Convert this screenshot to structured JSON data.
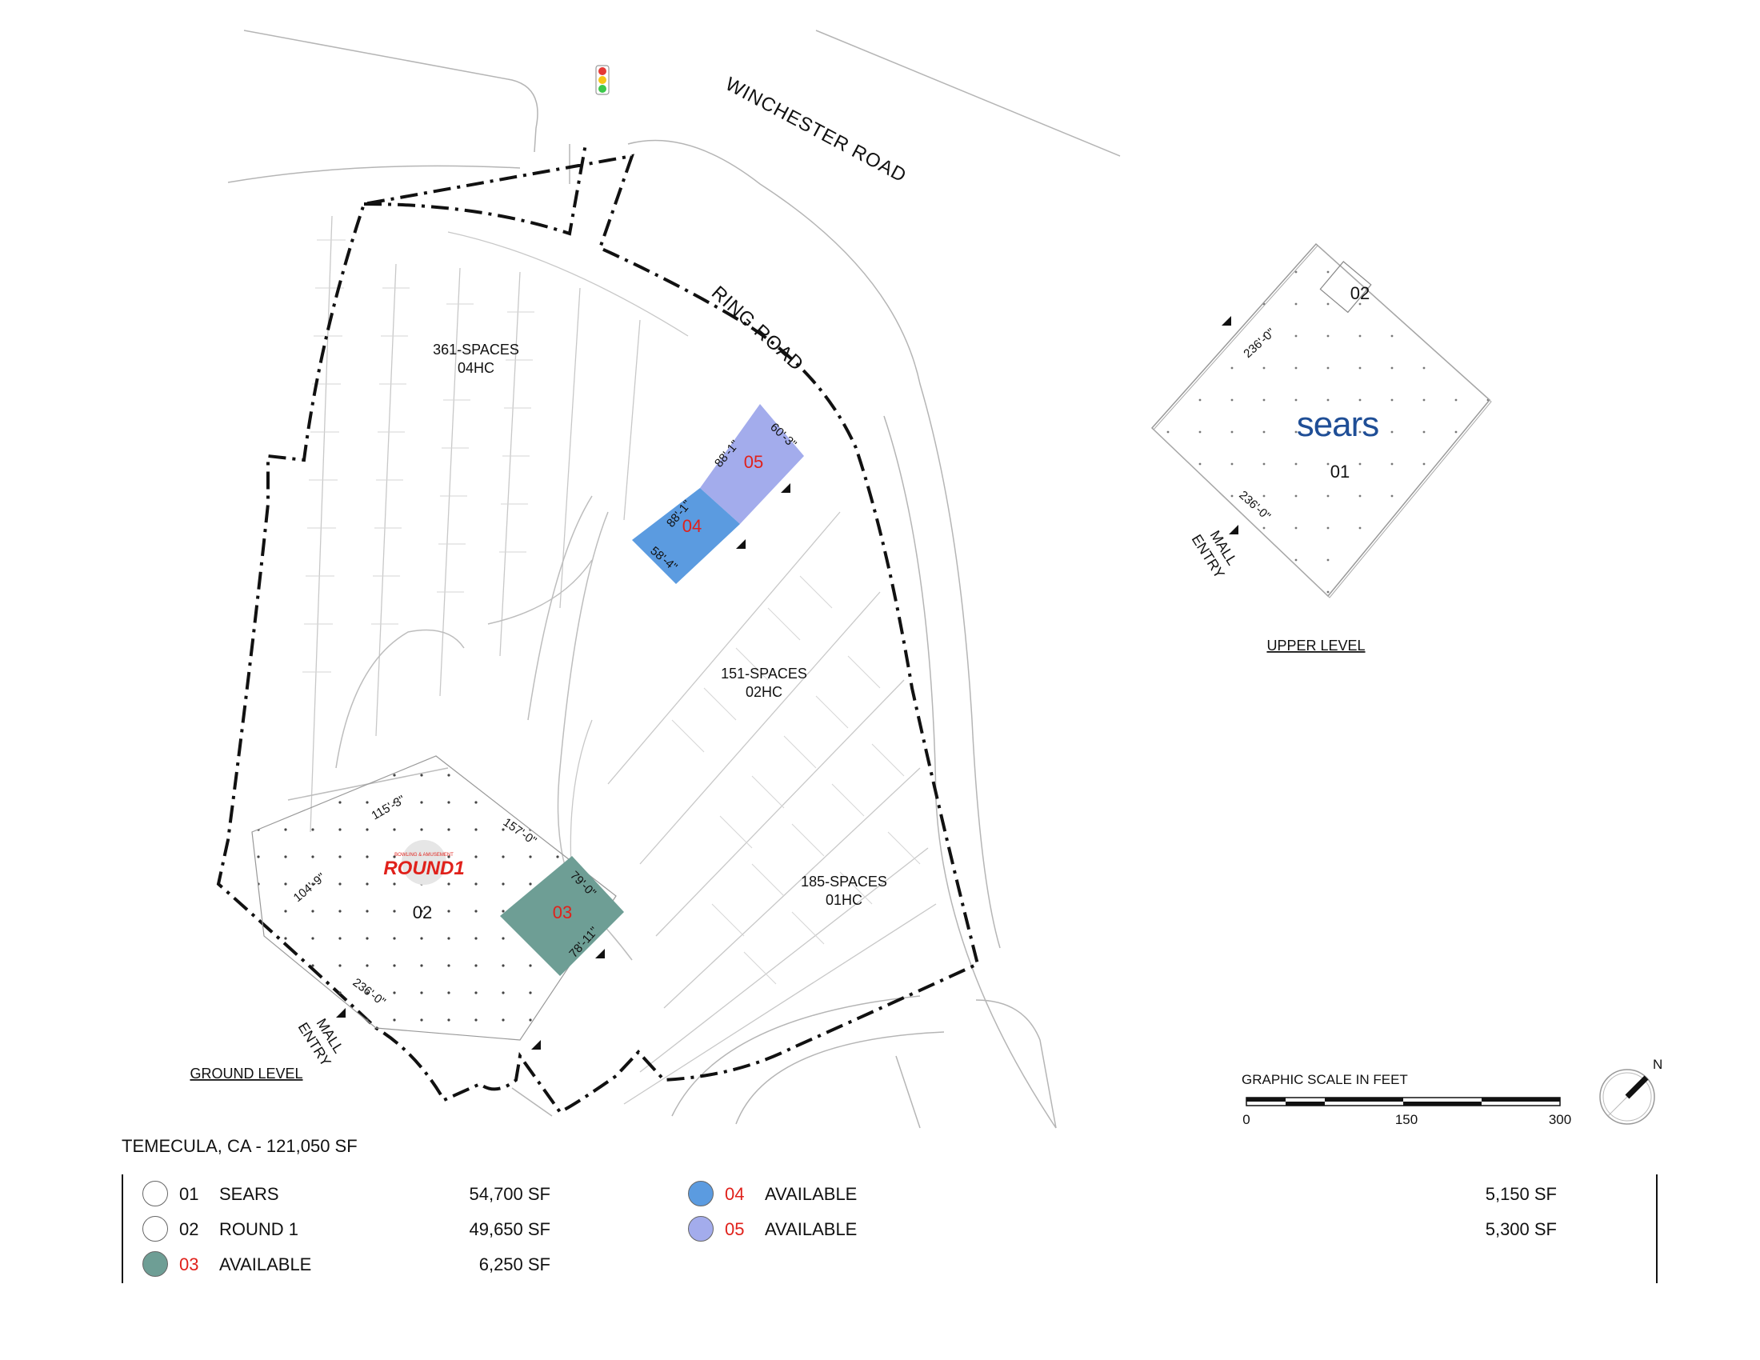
{
  "roads": {
    "winchester": "WINCHESTER ROAD",
    "ring": "RING ROAD"
  },
  "parking": {
    "north": {
      "count": "361-SPACES",
      "hc": "04HC"
    },
    "middle": {
      "count": "151-SPACES",
      "hc": "02HC"
    },
    "south": {
      "count": "185-SPACES",
      "hc": "01HC"
    }
  },
  "units": {
    "u05": {
      "num": "05",
      "dims": [
        "88'-1\"",
        "60'-3\""
      ],
      "color": "#a3acec"
    },
    "u04": {
      "num": "04",
      "dims": [
        "88'-1\"",
        "58'-4\""
      ],
      "color": "#5b9be0"
    },
    "u03": {
      "num": "03",
      "dims": [
        "79'-0\"",
        "78'-11\""
      ],
      "color": "#6e9e95"
    },
    "u02": {
      "num": "02",
      "dims": [
        "115'-3\"",
        "157'-0\"",
        "104'-9\"",
        "236'-0\""
      ]
    },
    "u01": {
      "num": "01",
      "dims": [
        "236'-0\"",
        "236'-0\""
      ]
    },
    "upper_02": "02"
  },
  "logos": {
    "sears": "sears",
    "round1": "ROUND1",
    "round1_tag": "BOWLING & AMUSEMENT"
  },
  "labels": {
    "mall_entry_line1": "MALL",
    "mall_entry_line2": "ENTRY",
    "ground_level": "GROUND LEVEL",
    "upper_level": "UPPER LEVEL"
  },
  "scale": {
    "title": "GRAPHIC SCALE IN FEET",
    "ticks": [
      "0",
      "150",
      "300"
    ],
    "north": "N"
  },
  "legend": {
    "title": "TEMECULA, CA - 121,050 SF",
    "items": [
      {
        "num": "01",
        "name": "SEARS",
        "sf": "54,700 SF",
        "color": "#ffffff",
        "red": false
      },
      {
        "num": "02",
        "name": "ROUND 1",
        "sf": "49,650 SF",
        "color": "#ffffff",
        "red": false
      },
      {
        "num": "03",
        "name": "AVAILABLE",
        "sf": "6,250 SF",
        "color": "#6e9e95",
        "red": true
      },
      {
        "num": "04",
        "name": "AVAILABLE",
        "sf": "5,150 SF",
        "color": "#5b9be0",
        "red": true
      },
      {
        "num": "05",
        "name": "AVAILABLE",
        "sf": "5,300 SF",
        "color": "#a3acec",
        "red": true
      }
    ]
  }
}
